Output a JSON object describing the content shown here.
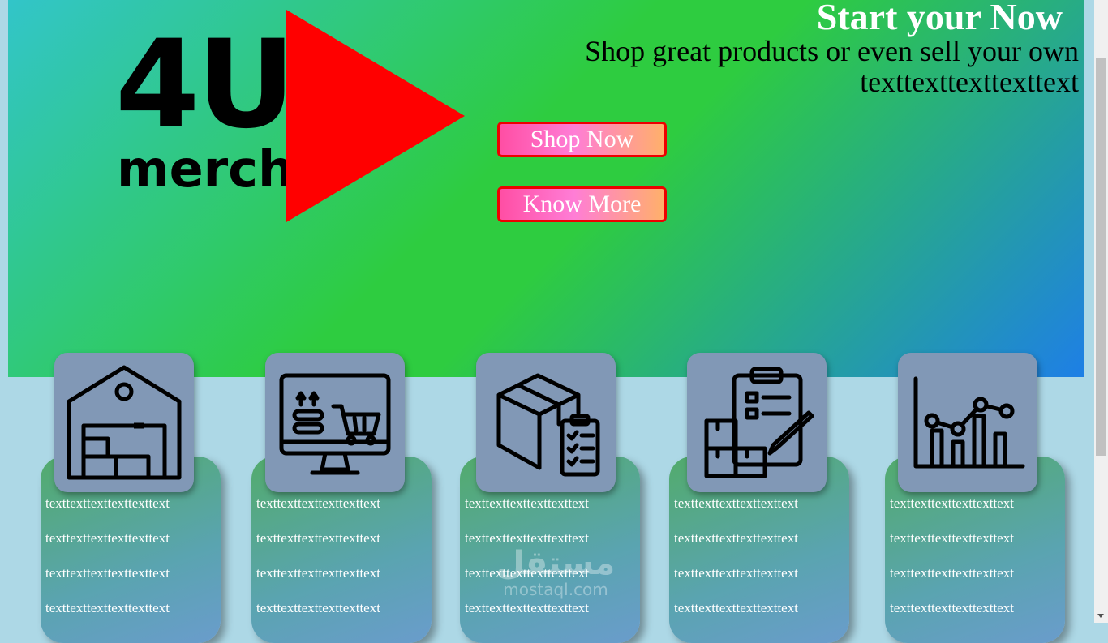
{
  "hero": {
    "logo": {
      "line1": "4U",
      "line2": "merch"
    },
    "title": "Start your Now",
    "subtitle1": "Shop great products or even sell your own",
    "subtitle2": "texttexttexttexttext",
    "buttons": {
      "shop_now": "Shop Now",
      "know_more": "Know More"
    }
  },
  "colors": {
    "hero_gradient": [
      "#32c5c9",
      "#2ecc40",
      "#1e7fe6"
    ],
    "play": "#ff0000",
    "button_border": "#ee0000",
    "page_bg": "#add8e6"
  },
  "features": [
    {
      "icon": "warehouse-icon",
      "lines": [
        "texttexttexttexttexttext",
        "texttexttexttexttexttext",
        "texttexttexttexttexttext",
        "texttexttexttexttexttext"
      ]
    },
    {
      "icon": "online-shop-icon",
      "lines": [
        "texttexttexttexttexttext",
        "texttexttexttexttexttext",
        "texttexttexttexttexttext",
        "texttexttexttexttexttext"
      ]
    },
    {
      "icon": "package-checklist-icon",
      "lines": [
        "texttexttexttexttexttext",
        "texttexttexttexttexttext",
        "texttexttexttexttexttext",
        "texttexttexttexttexttext"
      ]
    },
    {
      "icon": "inventory-clipboard-icon",
      "lines": [
        "texttexttexttexttexttext",
        "texttexttexttexttexttext",
        "texttexttexttexttexttext",
        "texttexttexttexttexttext"
      ]
    },
    {
      "icon": "analytics-chart-icon",
      "lines": [
        "texttexttexttexttexttext",
        "texttexttexttexttexttext",
        "texttexttexttexttexttext",
        "texttexttexttexttexttext"
      ]
    }
  ],
  "watermark": {
    "arabic": "مستقل",
    "latin": "mostaql.com"
  }
}
